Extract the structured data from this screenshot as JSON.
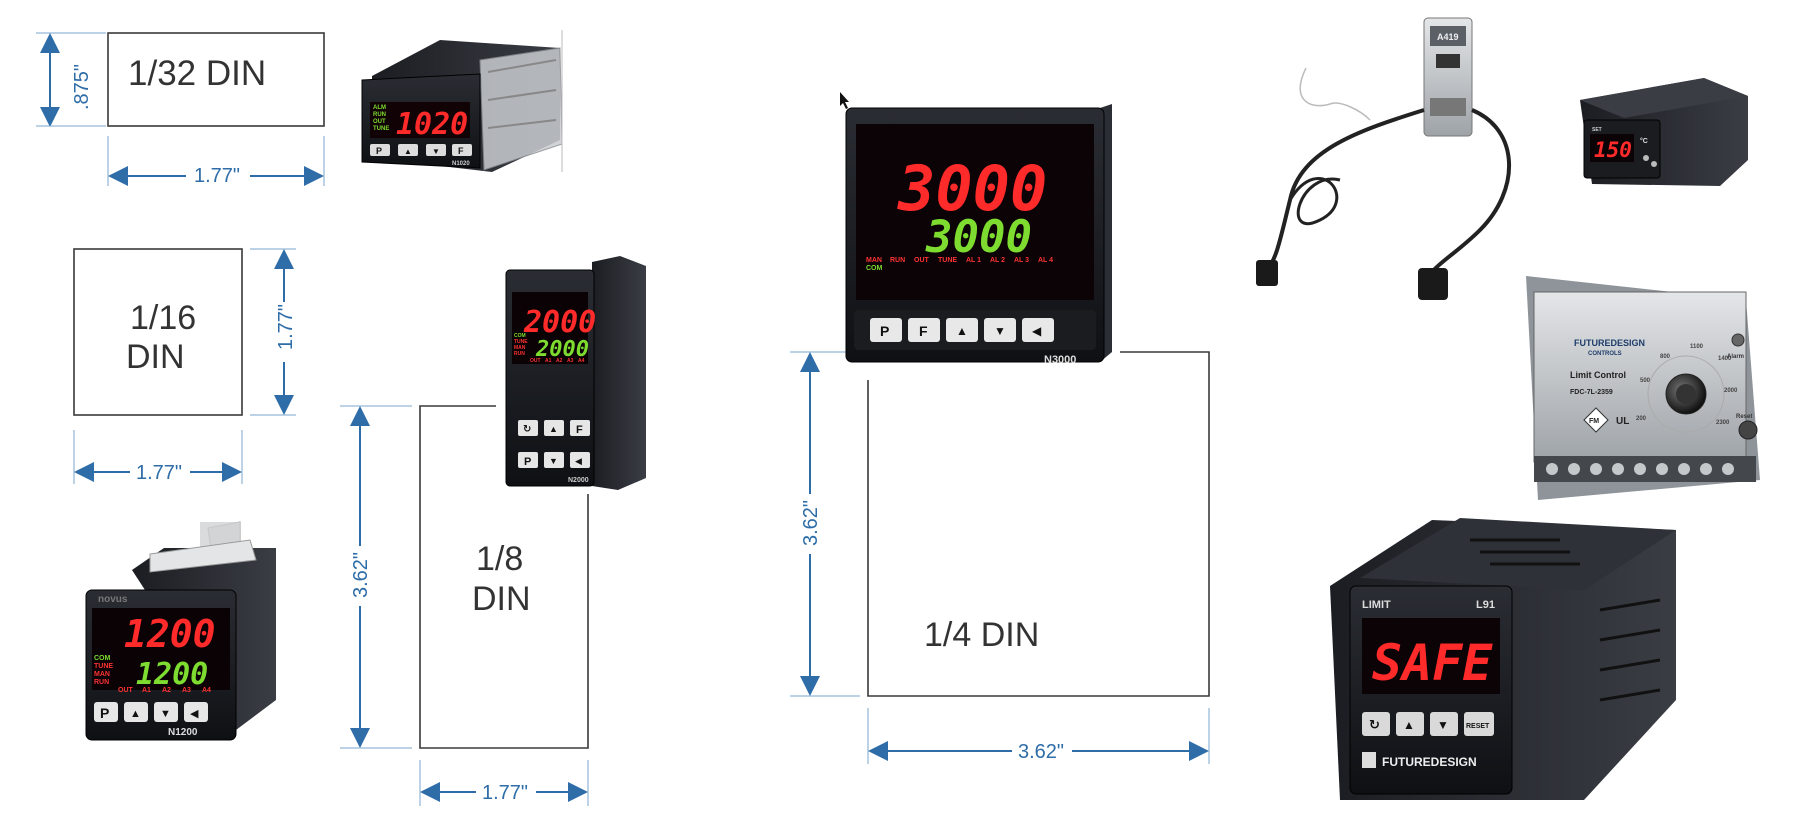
{
  "sizes": {
    "din32": {
      "label": "1/32 DIN",
      "height": ".875\"",
      "width": "1.77\""
    },
    "din16": {
      "label_line1": "1/16",
      "label_line2": "DIN",
      "height": "1.77\"",
      "width": "1.77\""
    },
    "din8": {
      "label_line1": "1/8",
      "label_line2": "DIN",
      "height": "3.62\"",
      "width": "1.77\""
    },
    "din4": {
      "label": "1/4 DIN",
      "height": "3.62\"",
      "width": "3.62\""
    }
  },
  "devices": {
    "n1020": {
      "display": "1020",
      "indicators": [
        "ALM",
        "RUN",
        "OUT",
        "TUNE"
      ],
      "model": "N1020",
      "buttons": [
        "P",
        "▲",
        "▼",
        "F"
      ]
    },
    "n2000": {
      "display_top": "2000",
      "display_bottom": "2000",
      "indicators": [
        "COM",
        "TUNE",
        "MAN",
        "RUN"
      ],
      "outputs": [
        "OUT",
        "A1",
        "A2",
        "A3",
        "A4"
      ],
      "buttons_row1": [
        "↻",
        "▲",
        "F"
      ],
      "buttons_row2": [
        "P",
        "▼",
        "◀"
      ],
      "model": "N2000"
    },
    "n3000": {
      "display_top": "3000",
      "display_bottom": "3000",
      "indicators": [
        "MAN",
        "RUN",
        "OUT",
        "TUNE",
        "AL 1",
        "AL 2",
        "AL 3",
        "AL 4"
      ],
      "com": "COM",
      "buttons": [
        "P",
        "F",
        "▲",
        "▼",
        "◀"
      ],
      "model": "N3000"
    },
    "n1200": {
      "brand": "novus",
      "display_top": "1200",
      "display_bottom": "1200",
      "indicators": [
        "COM",
        "TUNE",
        "MAN",
        "RUN"
      ],
      "outputs": [
        "OUT",
        "A1",
        "A2",
        "A3",
        "A4"
      ],
      "buttons": [
        "P",
        "▲",
        "▼",
        "◀"
      ],
      "model": "N1200"
    },
    "a419": {
      "label": "A419"
    },
    "mini_panel": {
      "display": "150",
      "unit": "°C",
      "label": "SET"
    },
    "limit_control": {
      "brand": "FUTUREDESIGN",
      "brand_sub": "CONTROLS",
      "title": "Limit Control",
      "model": "FDC-7L-2359",
      "dial_labels": [
        "200",
        "500",
        "800",
        "1100",
        "1400",
        "2000",
        "2300"
      ],
      "alarm": "Alarm",
      "reset": "Reset",
      "fm": "FM",
      "ul": "UL"
    },
    "l91": {
      "top_left": "LIMIT",
      "top_right": "L91",
      "display": "SAFE",
      "brand": "FUTUREDESIGN",
      "buttons": [
        "↻",
        "▲",
        "▼",
        "RESET"
      ]
    }
  },
  "colors": {
    "dimension": "#2e6da8",
    "outline": "#3a3a3a",
    "red_led": "#ff2a2a",
    "green_led": "#7ddc2f"
  }
}
